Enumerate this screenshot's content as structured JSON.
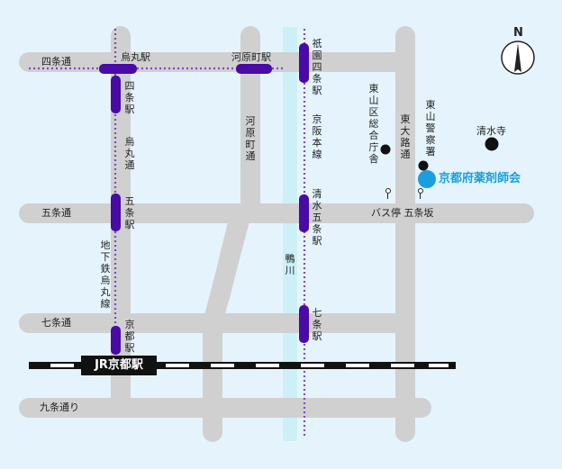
{
  "colors": {
    "background": "#e5f4fc",
    "road": "#d0d0d0",
    "river": "#cdf0f8",
    "metro": "#4a0aa6",
    "metro_dots": "#7b4ac4",
    "highlight": "#1a9fdc",
    "landmark": "#111111"
  },
  "streets": {
    "shijo": "四条通",
    "gojo": "五条通",
    "shichijo": "七条通",
    "kujo": "九条通り",
    "kawaramachi": "河原町通",
    "karasuma": "烏丸通",
    "higashioji": "東大路通"
  },
  "stations": {
    "karasuma": "烏丸駅",
    "kawaramachi": "河原町駅",
    "shijo": "四条駅",
    "gojo": "五条駅",
    "kyoto_subway": "京都駅",
    "gion_shijo": "祇園四条駅",
    "kiyomizu_gojo": "清水五条駅",
    "shichijo": "七条駅",
    "jr_kyoto": "JR京都駅"
  },
  "lines": {
    "subway_karasuma": "地下鉄烏丸線",
    "keihan": "京阪本線"
  },
  "river": "鴨川",
  "landmarks": {
    "higashiyama_office": "東山区総合庁舎",
    "higashiyama_police": "東山警察署",
    "kiyomizudera": "清水寺",
    "pharma_assoc": "京都府薬剤師会"
  },
  "bus_stop": "バス停 五条坂",
  "compass": "N"
}
